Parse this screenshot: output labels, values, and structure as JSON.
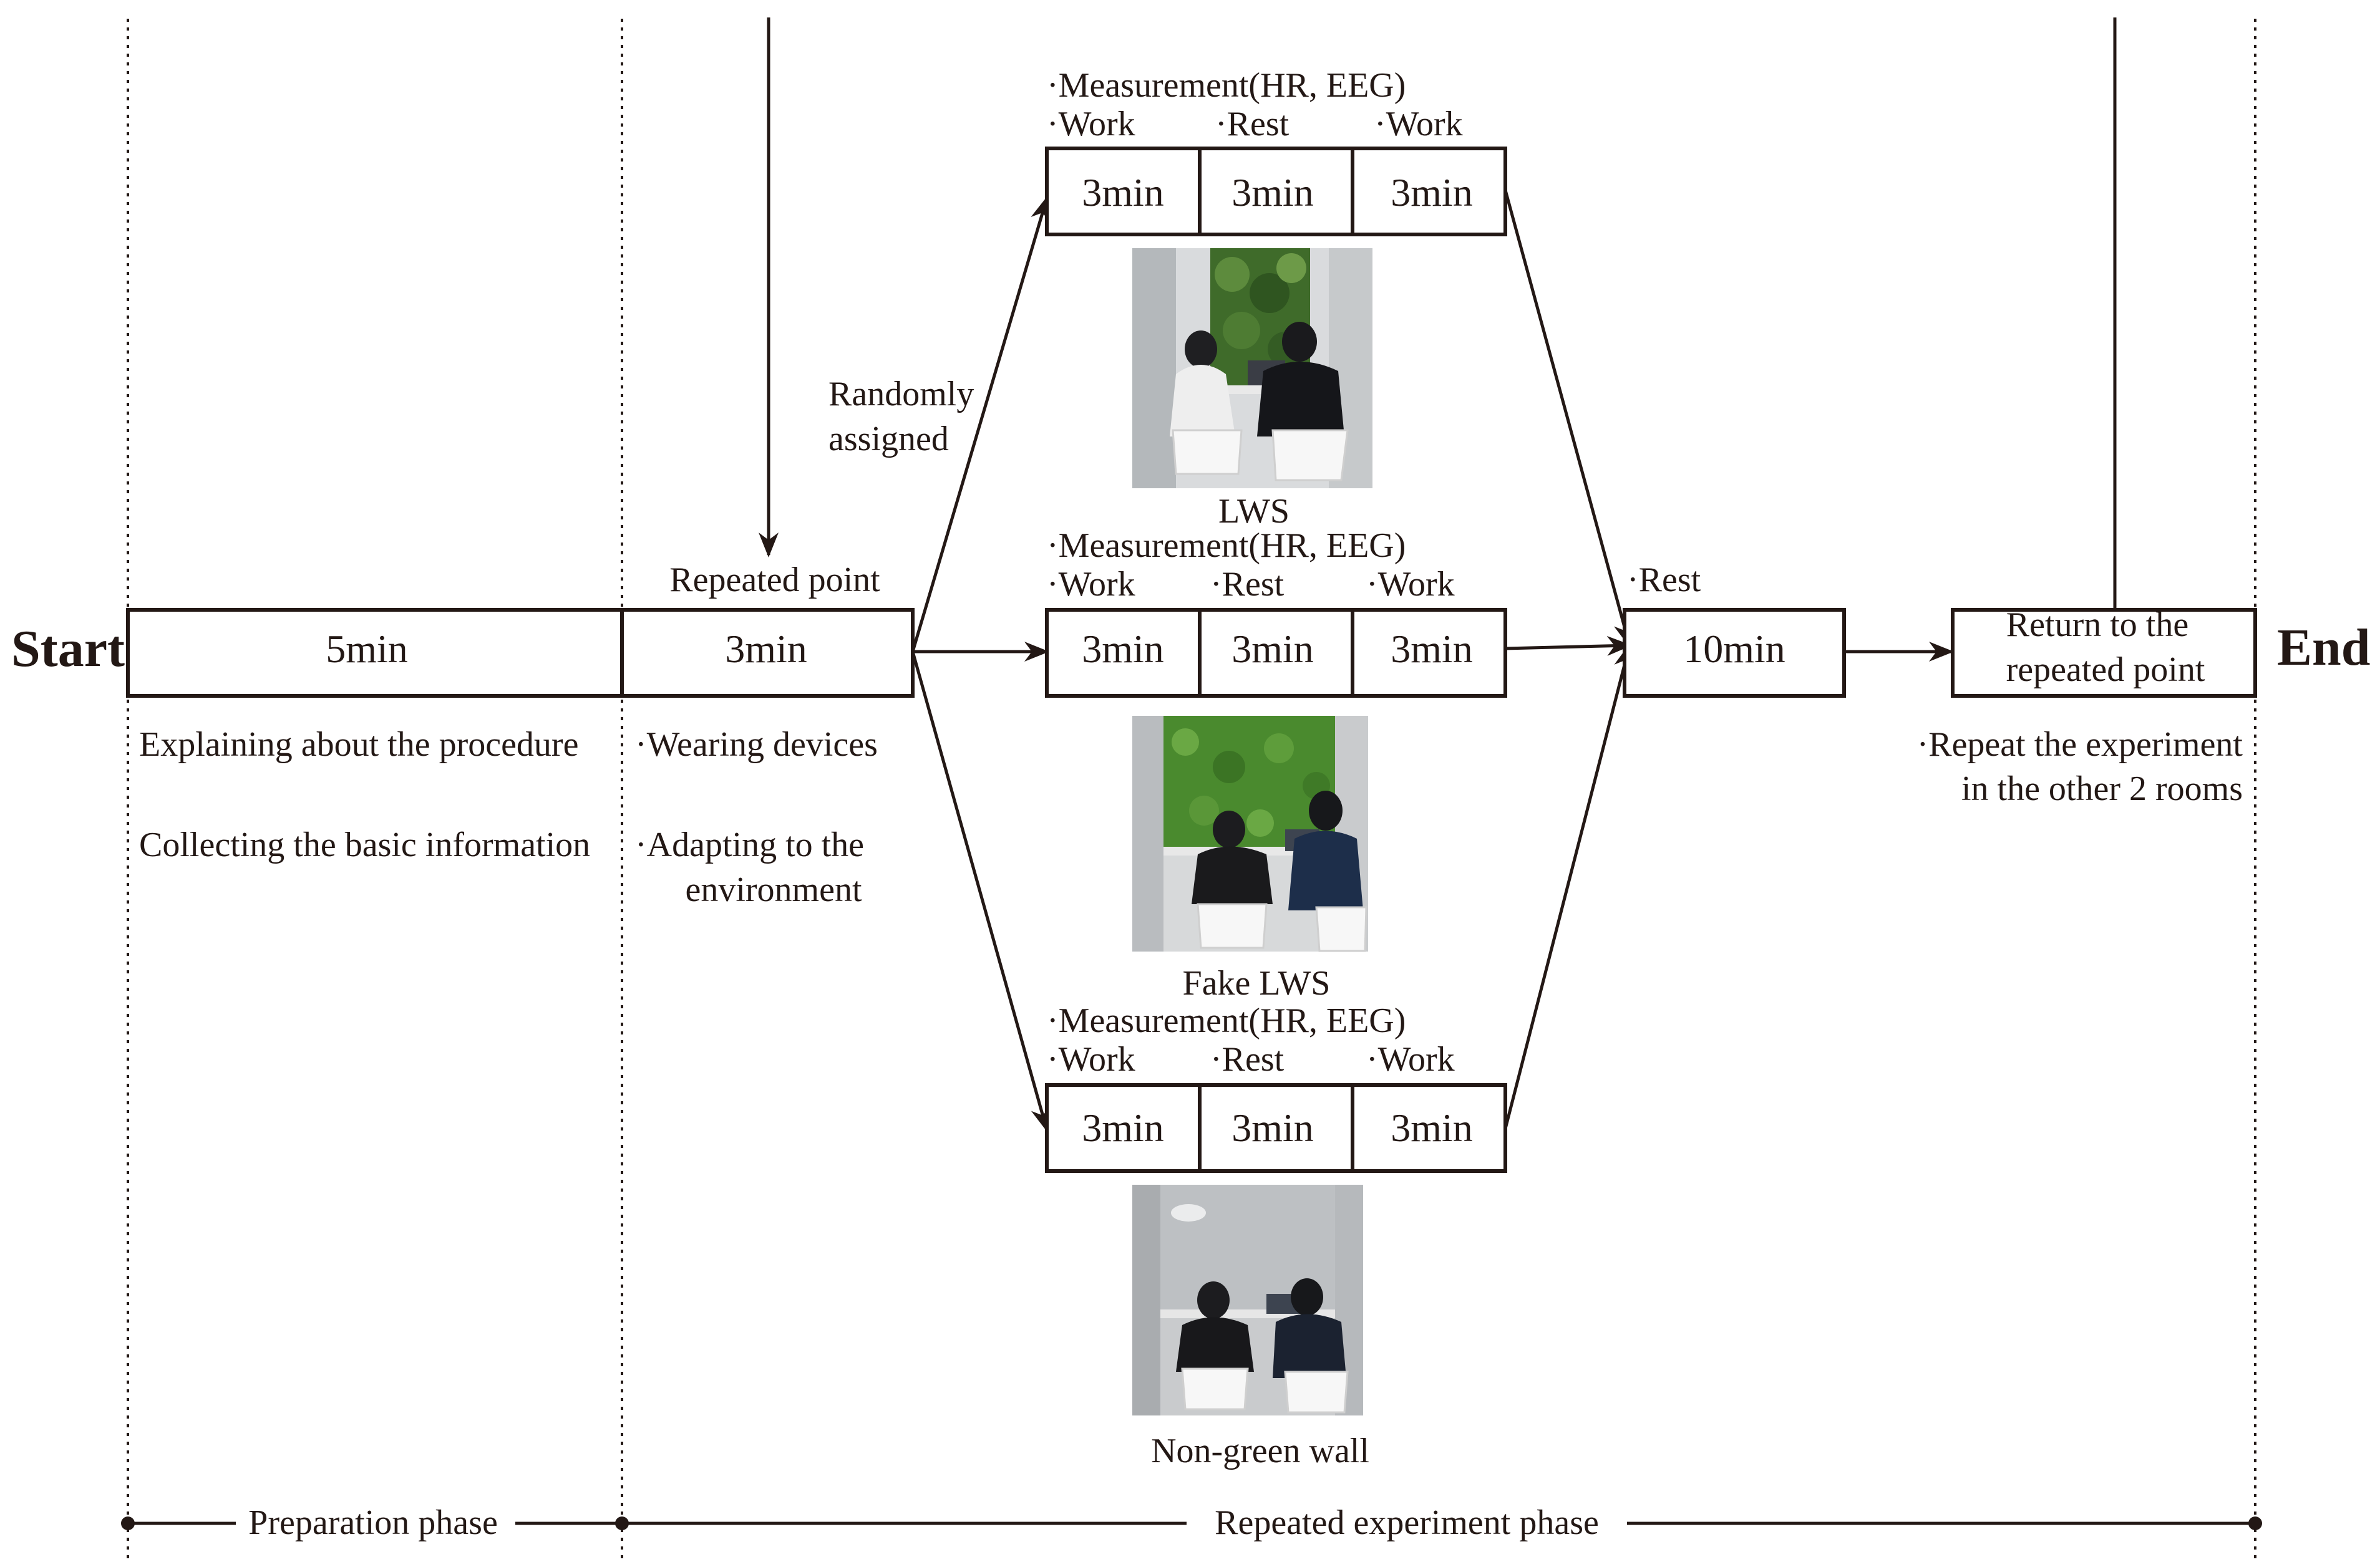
{
  "start_label": "Start",
  "end_label": "End",
  "prep": {
    "duration": "5min",
    "notes": [
      "Explaining about the procedure",
      "Collecting the basic information"
    ]
  },
  "repeated": {
    "label": "Repeated point",
    "duration": "3min",
    "notes_1": "·Wearing devices",
    "notes_2a": "·Adapting to the",
    "notes_2b": "environment",
    "random_1": "Randomly",
    "random_2": "assigned"
  },
  "measurement_label": "·Measurement(HR, EEG)",
  "work_label": "·Work",
  "rest_label": "·Rest",
  "rows": [
    {
      "segments": [
        "3min",
        "3min",
        "3min"
      ],
      "caption": "LWS"
    },
    {
      "segments": [
        "3min",
        "3min",
        "3min"
      ],
      "caption": "Fake LWS"
    },
    {
      "segments": [
        "3min",
        "3min",
        "3min"
      ],
      "caption": "Non-green wall"
    }
  ],
  "final_rest": {
    "label": "·Rest",
    "duration": "10min"
  },
  "return_box": [
    "Return to the",
    "repeated point"
  ],
  "repeat_note": [
    "·Repeat the experiment",
    "in the other 2 rooms"
  ],
  "phases": {
    "preparation": "Preparation phase",
    "repeated": "Repeated experiment phase"
  },
  "colors": {
    "ink": "#231815",
    "green_wall": "#3f6b2a",
    "wall_grey": "#b9bcbf"
  }
}
